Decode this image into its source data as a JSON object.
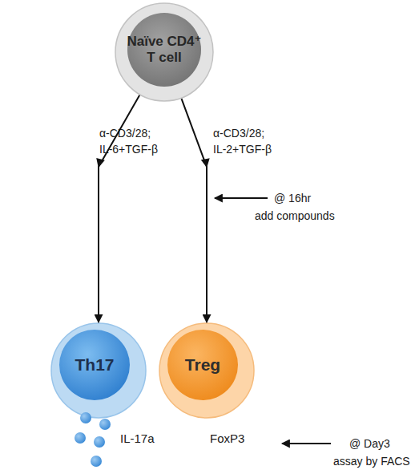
{
  "diagram": {
    "nodes": [
      {
        "text": [
          "Naïve CD4⁺ T cell"
        ]
      },
      {
        "text": [
          "Th17"
        ]
      },
      {
        "text": [
          "Treg"
        ]
      }
    ],
    "edges": [
      {
        "from": 0,
        "to": 1,
        "arrow": "to",
        "label": "α-CD3/28; IL-6+TGF-β"
      },
      {
        "from": 0,
        "to": 2,
        "arrow": "to",
        "label": "α-CD3/28; IL-2+TGF-β"
      }
    ],
    "labels": [
      "@ 16hr add compounds",
      "IL-17a",
      "FoxP3",
      "@ Day3 assay by FACS"
    ]
  }
}
